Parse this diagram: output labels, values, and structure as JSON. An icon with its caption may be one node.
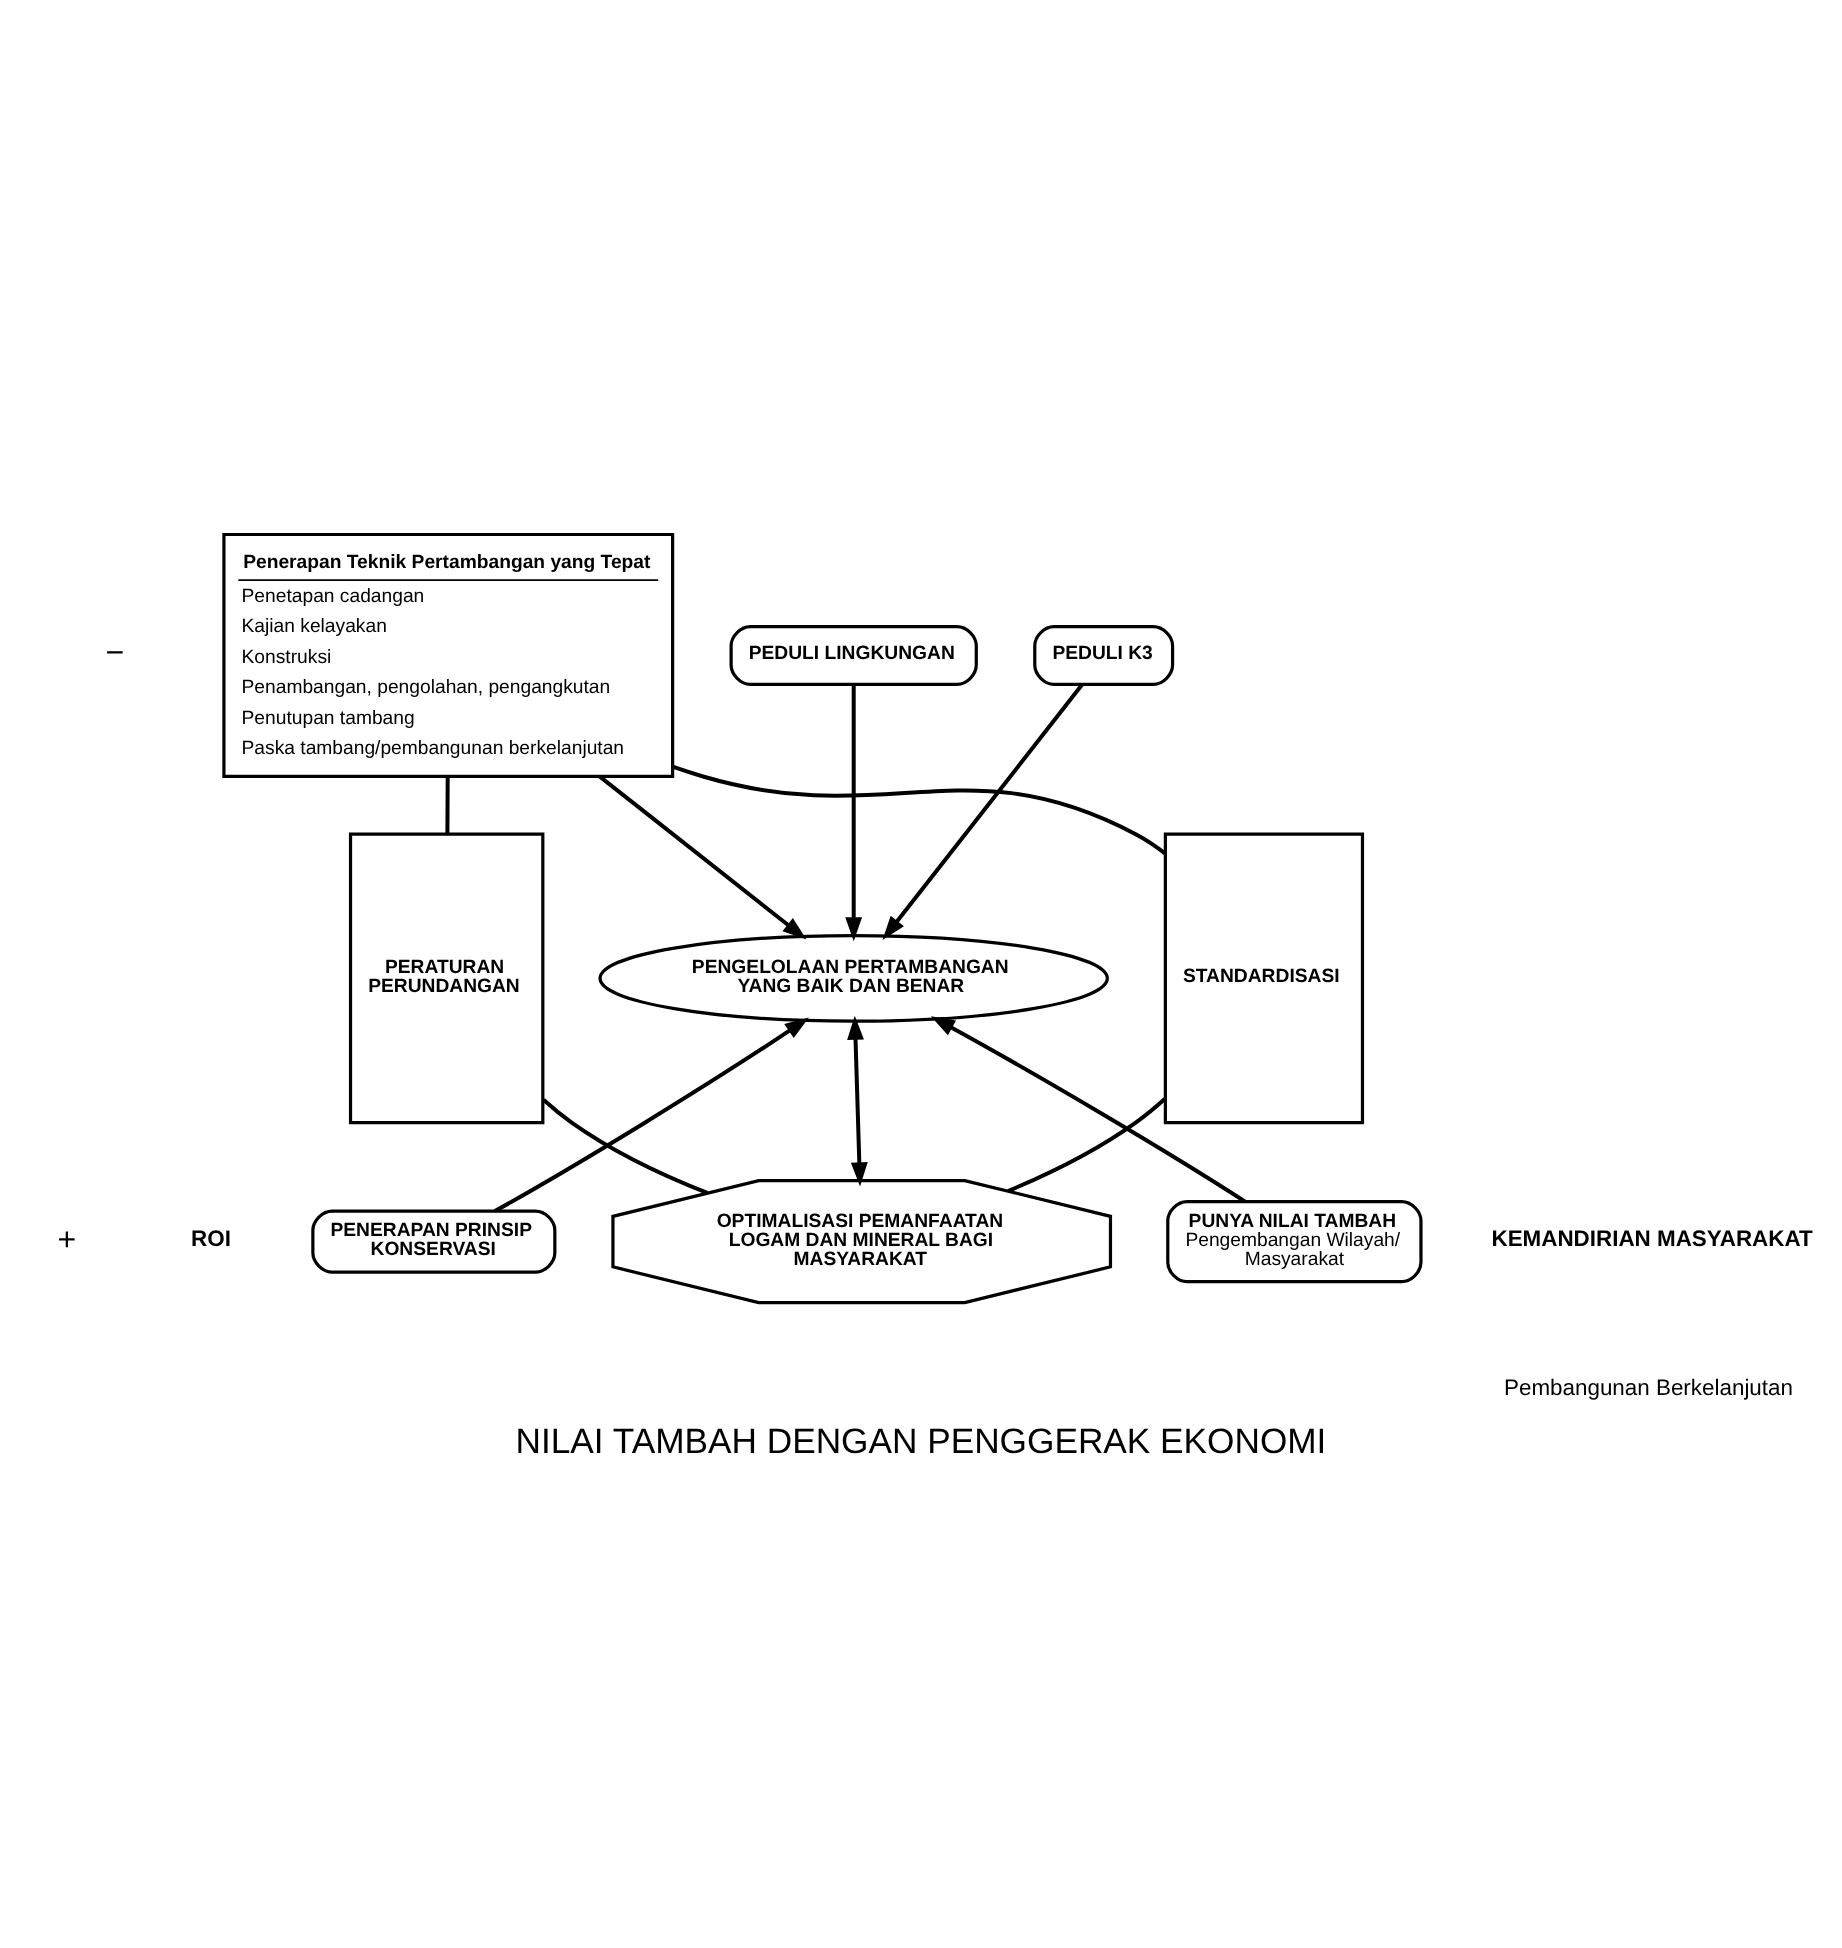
{
  "diagram": {
    "caption": "NILAI TAMBAH DENGAN PENGGERAK EKONOMI",
    "nodes": [
      {
        "text": [
          "Penerapan Teknik Pertambangan yang Tepat",
          "Penetapan cadangan",
          "Kajian kelayakan",
          "Konstruksi",
          "Penambangan, pengolahan, pengangkutan",
          "Penutupan tambang",
          "Paska tambang/pembangunan berkelanjutan"
        ]
      },
      {
        "text": [
          "PERATURAN PERUNDANGAN"
        ]
      },
      {
        "text": [
          "STANDARDISASI"
        ]
      },
      {
        "text": [
          "PEDULI LINGKUNGAN"
        ]
      },
      {
        "text": [
          "PEDULI K3"
        ]
      },
      {
        "text": [
          "PENGELOLAAN PERTAMBANGAN YANG BAIK DAN BENAR"
        ]
      },
      {
        "text": [
          "PENERAPAN PRINSIP KONSERVASI"
        ]
      },
      {
        "text": [
          "PUNYA NILAI TAMBAH",
          "Pengembangan Wilayah/ Masyarakat"
        ]
      },
      {
        "text": [
          "OPTIMALISASI PEMANFAATAN LOGAM DAN MINERAL BAGI MASYARAKAT"
        ]
      }
    ],
    "edges": [
      {
        "from": 0,
        "to": 5,
        "arrow": "to"
      },
      {
        "from": 3,
        "to": 5,
        "arrow": "to"
      },
      {
        "from": 4,
        "to": 5,
        "arrow": "to"
      },
      {
        "from": 6,
        "to": 5,
        "arrow": "to"
      },
      {
        "from": 7,
        "to": 5,
        "arrow": "to"
      },
      {
        "from": 5,
        "to": 8,
        "arrow": "both"
      },
      {
        "from": 0,
        "to": 1,
        "arrow": "none"
      },
      {
        "from": 0,
        "to": 2,
        "arrow": "none"
      },
      {
        "from": 1,
        "to": 8,
        "arrow": "none"
      },
      {
        "from": 2,
        "to": 8,
        "arrow": "none"
      }
    ],
    "labels": [
      "−",
      "+",
      "ROI",
      "KEMANDIRIAN MASYARAKAT",
      "Pembangunan Berkelanjutan"
    ]
  }
}
